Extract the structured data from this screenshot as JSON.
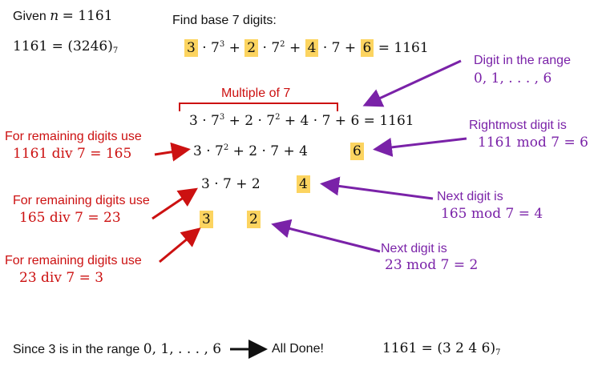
{
  "given_prefix": "Given",
  "given_var": "n",
  "given_eq": "= 1161",
  "result_lhs": "1161 = (3246)",
  "result_base": "7",
  "find_label": "Find base 7 digits:",
  "expansion": {
    "d3": "3",
    "b1": "· 7",
    "e1": "3",
    "p1": "+",
    "d2": "2",
    "b2": "· 7",
    "e2": "2",
    "p2": "+",
    "d1": "4",
    "b3": "· 7 +",
    "d0": "6",
    "tail": "= 1161"
  },
  "range_note": {
    "label": "Digit in the range",
    "value": "0, 1, . . . , 6"
  },
  "multiple_label": "Multiple of 7",
  "row1": {
    "a": "3 · 7",
    "ae": "3",
    "b": "+ 2 · 7",
    "be": "2",
    "c": "+ 4 · 7 + 6 = 1161"
  },
  "rightmost_note": {
    "label": "Rightmost digit is",
    "value": "1161 mod 7 = 6"
  },
  "step1_note": {
    "label": "For remaining digits use",
    "value": "1161 div 7 = 165"
  },
  "row2": {
    "a": "3 · 7",
    "ae": "2",
    "b": "+ 2 · 7 + 4",
    "digit": "6"
  },
  "step2_note": {
    "label": "For remaining digits use",
    "value": "165 div 7 = 23"
  },
  "row3": {
    "a": "3 · 7 + 2",
    "digit": "4"
  },
  "next1_note": {
    "label": "Next digit is",
    "value": "165 mod 7 = 4"
  },
  "row4": {
    "d1": "3",
    "d2": "2"
  },
  "step3_note": {
    "label": "For remaining digits use",
    "value": "23 div 7 = 3"
  },
  "next2_note": {
    "label": "Next digit is",
    "value": "23 mod 7 = 2"
  },
  "footer": {
    "since_text": "Since 3 is in the range",
    "range": "0, 1, . . . , 6",
    "done": "All Done!",
    "final_lhs": "1161 = (",
    "final_digits": "3 2 4 6",
    "final_rhs": ")",
    "final_base": "7"
  },
  "colors": {
    "highlight": "#fcd460",
    "red": "#cc1111",
    "purple": "#7a22a8"
  }
}
